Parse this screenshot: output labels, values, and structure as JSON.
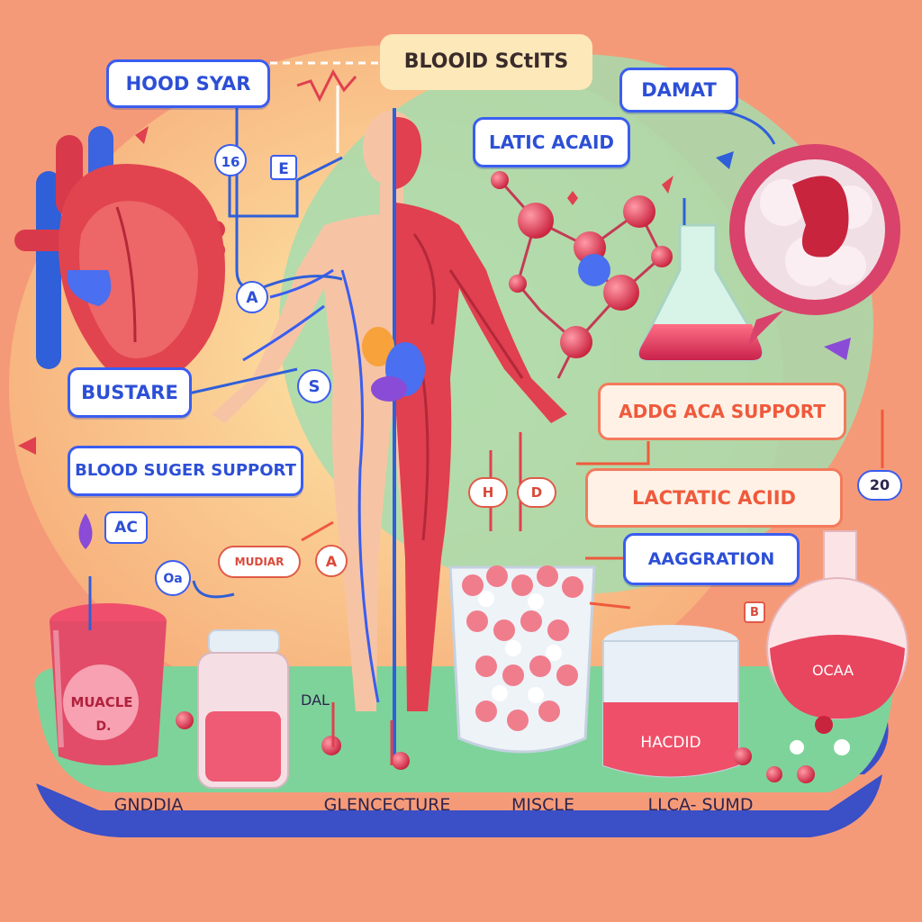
{
  "labels": {
    "title": "BLOOlD  SCtITS",
    "hood_syar": "HOOD SYAR",
    "damat": "DAMAT",
    "latic_acid": "LATIC ACAID",
    "bustare": "BUSTARE",
    "blood_suger": "BLOOD SUGER SUPPORT",
    "addg_aca": "ADDG ACA SUPPORT",
    "lactatic_aciid": "LACTATIC ACIID",
    "aaggration": "AAGGRATION",
    "small_16": "16",
    "small_e": "E",
    "small_a1": "A",
    "small_s": "S",
    "small_ac": "AC",
    "small_oa": "Oa",
    "small_a2": "A",
    "mudiar": "MUDIAR",
    "small_20": "20",
    "small_b": "B",
    "cup_label": "MUACLE",
    "cup_sub": "D.",
    "dal": "DAL",
    "tub_label": "HACDID",
    "flask_label": "OCAA",
    "node_h": "H",
    "node_d": "D",
    "bottom": [
      "GNDDIA",
      "GLENCECTURE",
      "MISCLE",
      "LLCA- SUMD"
    ]
  },
  "colors": {
    "background": "#f59a78",
    "platform": "#7ed39a",
    "blue_label": "#3a5df0",
    "orange_label": "#ef5a3c",
    "muscle": "#e0404f"
  }
}
